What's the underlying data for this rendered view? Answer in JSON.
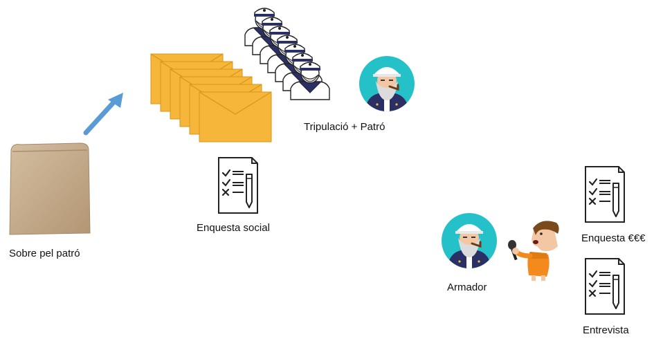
{
  "labels": {
    "envelope": "Sobre pel patró",
    "crew": "Tripulació + Patró",
    "survey_social": "Enquesta social",
    "owner": "Armador",
    "survey_money": "Enquesta €€€",
    "interview": "Entrevista"
  },
  "icons": {
    "envelope": "brown-envelope-icon",
    "arrow": "arrow-icon",
    "letters": "yellow-envelopes-icon",
    "sailors": "sailor-crew-icon",
    "captain": "captain-avatar-icon",
    "checklist": "checklist-icon",
    "reporter": "reporter-microphone-icon"
  },
  "colors": {
    "kraft": "#c4ab8a",
    "mail": "#f5b63a",
    "mail_dark": "#d89518",
    "arrow": "#5b9bd5",
    "avatar_bg": "#25c1c9",
    "navy": "#2a2f66",
    "orange": "#f28a1e",
    "skin": "#f3c7a4"
  }
}
